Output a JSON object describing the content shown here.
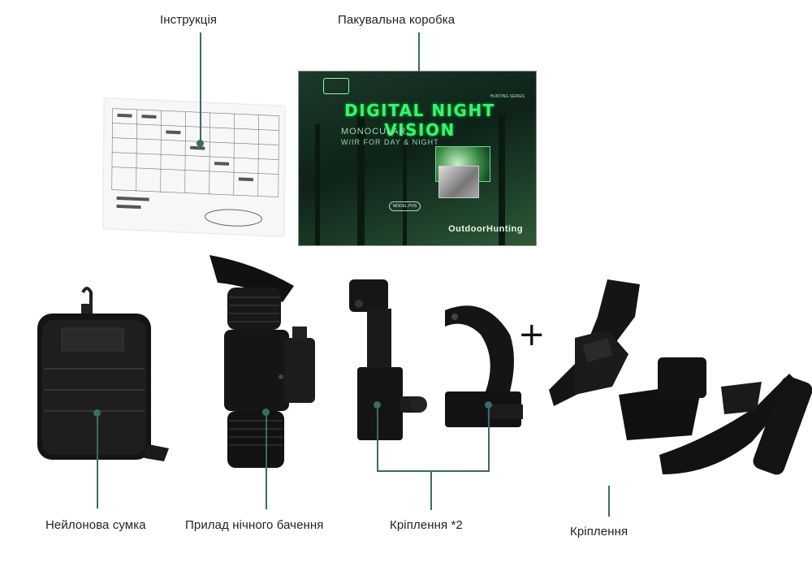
{
  "labels": {
    "instructions": "Інструкція",
    "box": "Пакувальна коробка",
    "bag": "Нейлонова сумка",
    "device": "Прилад нічного бачення",
    "mounts2": "Кріплення *2",
    "mount": "Кріплення"
  },
  "box_print": {
    "title": "DIGITAL NIGHT VISION",
    "line1": "MONOCULAR",
    "line2": "W/IR FOR DAY & NIGHT",
    "series": "HUNTING SERIES",
    "model": "MODEL:PVS",
    "brand": "OutdoorHunting"
  },
  "plus_sign": "+",
  "colors": {
    "leader": "#3a6c66",
    "box_green": "#3cf07a",
    "product_black": "#141414"
  }
}
